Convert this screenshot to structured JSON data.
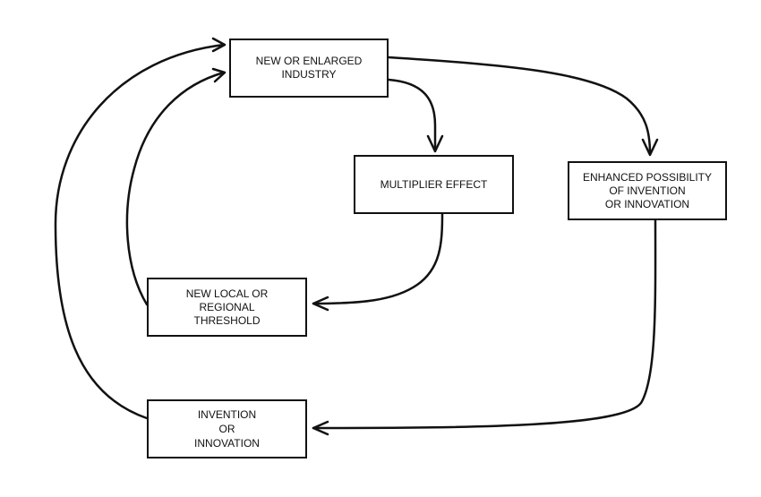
{
  "diagram": {
    "boxes": {
      "new_industry": "NEW OR ENLARGED\nINDUSTRY",
      "multiplier": "MULTIPLIER EFFECT",
      "enhanced": "ENHANCED POSSIBILITY\nOF  INVENTION\nOR INNOVATION",
      "threshold": "NEW LOCAL OR\nREGIONAL\nTHRESHOLD",
      "invention": "INVENTION\nOR\nINNOVATION"
    },
    "colors": {
      "stroke": "#111111",
      "background": "#ffffff"
    },
    "edges": [
      {
        "from": "new_industry",
        "to": "multiplier"
      },
      {
        "from": "new_industry",
        "to": "enhanced"
      },
      {
        "from": "multiplier",
        "to": "threshold"
      },
      {
        "from": "enhanced",
        "to": "invention"
      },
      {
        "from": "threshold",
        "to": "new_industry"
      },
      {
        "from": "invention",
        "to": "new_industry"
      }
    ]
  }
}
